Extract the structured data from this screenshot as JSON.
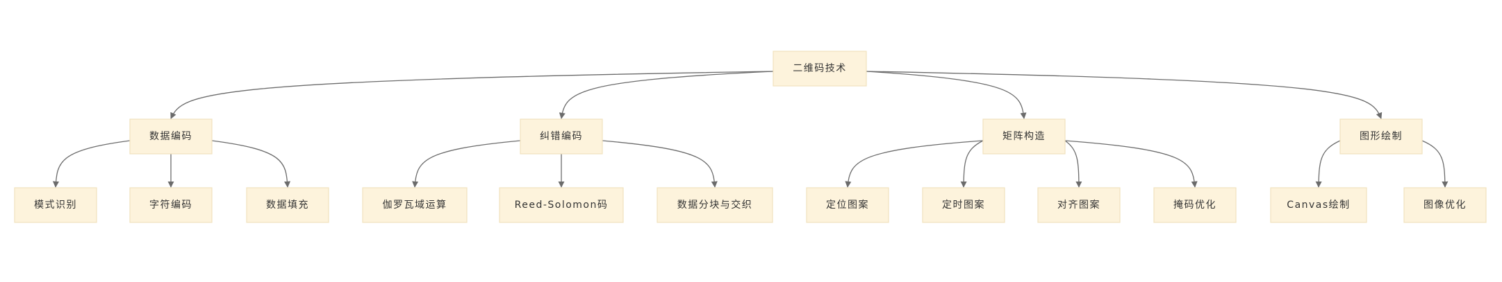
{
  "diagram": {
    "nodes": [
      {
        "id": "root",
        "label": "二维码技术",
        "parent": null
      },
      {
        "id": "data-encoding",
        "label": "数据编码",
        "parent": "root"
      },
      {
        "id": "error-correction",
        "label": "纠错编码",
        "parent": "root"
      },
      {
        "id": "matrix-construction",
        "label": "矩阵构造",
        "parent": "root"
      },
      {
        "id": "graphics-drawing",
        "label": "图形绘制",
        "parent": "root"
      },
      {
        "id": "mode-recognition",
        "label": "模式识别",
        "parent": "data-encoding"
      },
      {
        "id": "char-encoding",
        "label": "字符编码",
        "parent": "data-encoding"
      },
      {
        "id": "data-padding",
        "label": "数据填充",
        "parent": "data-encoding"
      },
      {
        "id": "galois-field",
        "label": "伽罗瓦域运算",
        "parent": "error-correction"
      },
      {
        "id": "reed-solomon",
        "label": "Reed-Solomon码",
        "parent": "error-correction"
      },
      {
        "id": "block-interleave",
        "label": "数据分块与交织",
        "parent": "error-correction"
      },
      {
        "id": "finder-pattern",
        "label": "定位图案",
        "parent": "matrix-construction"
      },
      {
        "id": "timing-pattern",
        "label": "定时图案",
        "parent": "matrix-construction"
      },
      {
        "id": "alignment-pattern",
        "label": "对齐图案",
        "parent": "matrix-construction"
      },
      {
        "id": "mask-optimization",
        "label": "掩码优化",
        "parent": "matrix-construction"
      },
      {
        "id": "canvas-drawing",
        "label": "Canvas绘制",
        "parent": "graphics-drawing"
      },
      {
        "id": "image-optimization",
        "label": "图像优化",
        "parent": "graphics-drawing"
      }
    ]
  }
}
